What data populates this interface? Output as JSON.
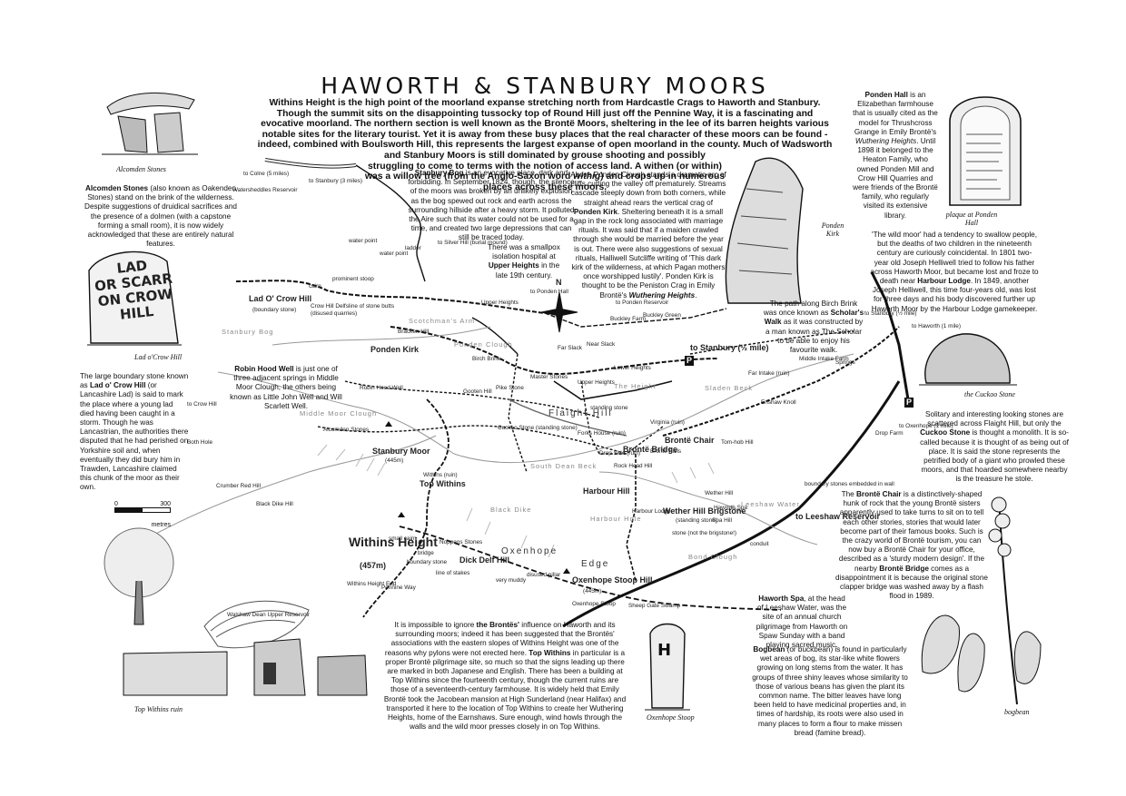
{
  "title": "HAWORTH & STANBURY MOORS",
  "intro": {
    "main": "Withins Height is the high point of the moorland expanse stretching north from Hardcastle Crags to Haworth and Stanbury. Though the summit sits on the disappointing tussocky top of Round Hill just off the Pennine Way, it is a fascinating and evocative moorland. The northern section is well known as the Brontë Moors, sheltering in the lee of its barren heights various notable sites for the literary tourist. Yet it is away from these busy places that the real character of these moors can be found - indeed, combined with Boulsworth Hill, this represents the largest expanse of open moorland in the county. Much of Wadsworth and Stanbury Moors is still dominated by grouse shooting and possibly",
    "tail_a": "struggling to come to terms with the notion of access land. A withen (or within) was a willow tree (from the Anglo-Saxon word ",
    "tail_em": "withig",
    "tail_b": ") and crops up in numerous places across these moors."
  },
  "notes": {
    "alcomden": {
      "bold": "Alcomden Stones",
      "text": " (also known as Oakenden Stones) stand on the brink of the wilderness. Despite suggestions of druidical sacrifices and the presence of a dolmen (with a capstone forming a small room), it is now widely acknowledged that these are entirely natural features."
    },
    "lad_crow": {
      "pre": "The large boundary stone known as ",
      "bold": "Lad o' Crow Hill",
      "text": " (or Lancashire Lad) is said to mark the place where a young lad died having been caught in a storm. Though he was Lancastrian, the authorities there disputed that he had perished on Yorkshire soil and, when eventually they did bury him in Trawden, Lancashire claimed this chunk of the moor as their own."
    },
    "stanbury_bog": {
      "bold": "Stanbury Bog",
      "text": " is an evocative place, dark and forbidding. In September 1824, though, the silence of the moors was broken by an unlikely explosion as the bog spewed out rock and earth across the surrounding hillside after a heavy storm. It polluted the Aire such that its water could not be used for a time, and created two large depressions that can still be traced today."
    },
    "smallpox": {
      "pre": "There was a smallpox isolation hospital at ",
      "bold": "Upper Heights",
      "text": " in the late 19th century."
    },
    "ponden_kirk": {
      "pre": "Above Ponden Clough stands a dramatic arc of cliffs cutting the valley off prematurely. Streams cascade steeply down from both corners, while straight ahead rears the vertical crag of ",
      "bold": "Ponden Kirk",
      "text": ". Sheltering beneath it is a small gap in the rock long associated with marriage rituals. It was said that if a maiden crawled through she would be married before the year is out. There were also suggestions of sexual rituals, Halliwell Sutcliffe writing of 'This dark kirk of the wilderness, at which Pagan mothers once worshipped lustily'. Ponden Kirk is thought to be the Peniston Crag in Emily Brontë's ",
      "em": "Wuthering Heights",
      "end": "."
    },
    "ponden_hall": {
      "bold": "Ponden Hall",
      "text": " is an Elizabethan farmhouse that is usually cited as the model for Thrushcross Grange in Emily Brontë's ",
      "em": "Wuthering Heights",
      "end": ". Until 1898 it belonged to the Heaton Family, who owned Ponden Mill and Crow Hill Quarries and were friends of the Brontë family, who regularly visited its extensive library."
    },
    "wild_moor": {
      "pre": "'The wild moor' had a tendency to swallow people, but the deaths of two children in the nineteenth century are curiously coincidental. In 1801 two-year old Joseph Helliwell tried to follow his father across Haworth Moor, but became lost and froze to death near ",
      "bold": "Harbour Lodge",
      "text": ". In 1849, another Joseph Helliwell, this time four-years old, was lost for three days and his body discovered further up Haworth Moor by the Harbour Lodge gamekeeper."
    },
    "scholars_walk": {
      "pre": "The path along Birch Brink was once known as ",
      "bold": "Scholar's Walk",
      "text": " as it was constructed by a man known as The Scholar to be able to enjoy his favourite walk."
    },
    "robin_hood": {
      "bold": "Robin Hood Well",
      "text": " is just one of three adjacent springs in Middle Moor Clough, the others being known as Little John Well and Will Scarlett Well."
    },
    "cuckoo": {
      "pre": "Solitary and interesting looking stones are scattered across Flaight Hill, but only the ",
      "bold": "Cuckoo Stone",
      "text": " is thought a monolith. It is so-called because it is thought of as being out of place. It is said the stone represents the petrified body of a giant who prowled these moors, and that hoarded somewhere nearby is the treasure he stole."
    },
    "bronte_chair": {
      "pre": "The ",
      "bold": "Brontë Chair",
      "text": " is a distinctively-shaped hunk of rock that the young Brontë sisters apparently used to take turns to sit on to tell each other stories, stories that would later become part of their famous books. Such is the crazy world of Brontë tourism, you can now buy a Brontë Chair for your office, described as a 'sturdy modern design'. If the nearby ",
      "bold2": "Brontë Bridge",
      "end": " comes as a disappointment it is because the original stone clapper bridge was washed away by a flash flood in 1989."
    },
    "haworth_spa": {
      "bold": "Haworth Spa",
      "text": ", at the head of Leeshaw Water, was the site of an annual church pilgrimage from Haworth on Spaw Sunday with a band playing sacred music."
    },
    "bogbean": {
      "bold": "Bogbean",
      "text": " (or buckbean) is found in particularly wet areas of bog, its star-like white flowers growing on long stems from the water. It has groups of three shiny leaves whose similarity to those of various beans has given the plant its common name. The bitter leaves have long been held to have medicinal properties and, in times of hardship, its roots were also used in many places to form a flour to make missen bread (famine bread)."
    },
    "brontes": {
      "pre": "It is impossible to ignore ",
      "bold": "the Brontës'",
      "text": " influence on Haworth and its surrounding moors; indeed it has been suggested that the Brontës' associations with the eastern slopes of Withins Height was one of the reasons why pylons were not erected here. ",
      "bold2": "Top Withins",
      "end": " in particular is a proper Brontë pilgrimage site, so much so that the signs leading up there are marked in both Japanese and English. There has been a building at Top Withins since the fourteenth century, though the current ruins are those of a seventeenth-century farmhouse. It is widely held that Emily Brontë took the Jacobean mansion at High Sunderland (near Halifax) and transported it here to the location of Top Withins to create her Wuthering Heights, home of the Earnshaws. Sure enough, wind howls through the walls and the wild moor presses closely in on Top Withins."
    }
  },
  "captions": {
    "alcomden": "Alcomden Stones",
    "lad_crow": "Lad o'Crow Hill",
    "plaque": "plaque at Ponden Hall",
    "ponden_kirk": "Ponden Kirk",
    "cuckoo": "the Cuckoo Stone",
    "top_withins": "Top Withins ruin",
    "oxenhope_stoop": "Oxenhope Stoop",
    "bogbean": "bogbean"
  },
  "plaque_letter": "H",
  "stone_text": [
    "LAD",
    "OR SCARR",
    "ON CROW",
    "HILL"
  ],
  "compass": "N",
  "scale": {
    "zero": "0",
    "max": "300",
    "unit": "metres"
  },
  "map_labels": {
    "to_colne": "to Colne (5 miles)",
    "to_stanbury_top": "to Stanbury (3 miles)",
    "watersheddles": "Watersheddles Reservoir",
    "water_point_1": "water point",
    "water_point_2": "water point",
    "to_silver_hill": "to Silver Hill (burial mound)",
    "ladder_1": "ladder",
    "lad_o_crow": "Lad O' Crow Hill",
    "boundary_stone_label": "(boundary stone)",
    "crow_hill_delfs": "Crow Hill Delfs",
    "disused_quarries": "(disused quarries)",
    "line_of_butts": "line of stone butts",
    "prominent_stoop": "prominent stoop",
    "cairn": "cairn",
    "stanbury_bog": "Stanbury Bog",
    "scotchmans_arm": "Scotchman's Arm",
    "bracken_hill": "Bracken Hill",
    "ponden_kirk_map": "Ponden Kirk",
    "to_ponden_hall": "to Ponden Hall",
    "upper_heights": "Upper Heights",
    "ponden_clough": "Ponden Clough",
    "birch_brink": "Birch Brink",
    "robin_hood_well": "Robin Hood Well",
    "middle_moor_clough": "Middle Moor Clough",
    "gooten_hill": "Gooten Hill",
    "pike_stone": "Pike Stone",
    "master_stones": "Master Stones",
    "the_height": "The Height",
    "lower_heights": "Lower Heights",
    "upper_heights2": "Upper Heights",
    "standing_stone": "standing stone",
    "flaight_hill": "Flaight Hill",
    "cuckoo_stone": "Cuckoo Stone (standing stone)",
    "forks_house": "Forks House (ruin)",
    "alcomden_stones": "Alcomden Stones",
    "stanbury_moor": "Stanbury Moor",
    "stanbury_moor_h": "(445m)",
    "top_withins": "Top Withins",
    "withins": "Withins (ruin)",
    "withins_height": "Withins Height",
    "withins_height_m": "(457m)",
    "withins_height_end": "Withins Height End",
    "small_cairn": "small cairn",
    "pennine_way": "Pennine Way",
    "boundary_stone": "boundary stone",
    "line_of_stakes": "line of stakes",
    "bridge": "bridge",
    "noppens_stones": "Noppens Stones",
    "dick_delf_hill": "Dick Delf Hill",
    "oxenhope": "Oxenhope",
    "edge": "Edge",
    "oxenhope_stoop_hill": "Oxenhope Stoop Hill",
    "oxenhope_stoop_hill_m": "(445m)",
    "oxenhope_stoop": "Oxenhope Stoop",
    "very_muddy": "very muddy",
    "disused_pillar": "disused pillar",
    "sheep_gate_swamp": "Sheep Gate Swamp",
    "black_dike": "Black Dike",
    "south_dean_beck": "South Dean Beck",
    "drop_side": "Drop Side (ruin)",
    "bronte_bridge": "Brontë Bridge",
    "bronte_falls": "Brontë Falls",
    "bronte_chair": "Brontë Chair",
    "rock_head_hill": "Rock Head Hill",
    "harbour_hill": "Harbour Hill",
    "harbour_lodge": "Harbour Lodge",
    "harbour_hole": "Harbour Hole",
    "virginia": "Virginia (ruin)",
    "wether_hill": "Wether Hill",
    "wether_hill_brigstone": "Wether Hill Brigstone",
    "wether_standing": "(standing stone)",
    "stone_brigstone": "stone (not the brigstone!)",
    "haworth_spa": "Haworth Spa",
    "spa_hill": "Spa Hill",
    "leeshaw_water": "Leeshaw Water",
    "to_leeshaw": "to Leeshaw Reservoir",
    "boundary_stones_wall": "boundary stones embedded in wall",
    "bond_clough": "Bond Clough",
    "conduit": "conduit",
    "tom_hob_hill": "Tom-hob Hill",
    "enshaw_knoll": "Enshaw Knoll",
    "to_stanbury_half": "to Stanbury (½ mile)",
    "to_haworth": "to Haworth (1 mile)",
    "to_oxenhope": "to Oxenhope (1 mile)",
    "middle_intake": "Middle Intake Farm",
    "far_intake": "Far Intake (ruin)",
    "springs": "Springs",
    "drop_farm": "Drop Farm",
    "to_ponden_res": "to Ponden Reservoir",
    "buckley_farm": "Buckley Farm",
    "buckley_green": "Buckley Green",
    "near_slack": "Near Slack",
    "far_slack": "Far Slack",
    "to_stanbury_mid": "to Stanbury (½ mile)",
    "sladen_beck": "Sladen Beck",
    "to_crow_hill": "to Crow Hill",
    "crumber_red_hill": "Crumber Red Hill",
    "black_dike_hill": "Black Dike Hill",
    "walshaw_dean": "Walshaw Dean Upper Reservoir",
    "both_hole": "Both Hole"
  },
  "colors": {
    "ink": "#111111",
    "faint": "#888888",
    "paper": "#ffffff"
  }
}
